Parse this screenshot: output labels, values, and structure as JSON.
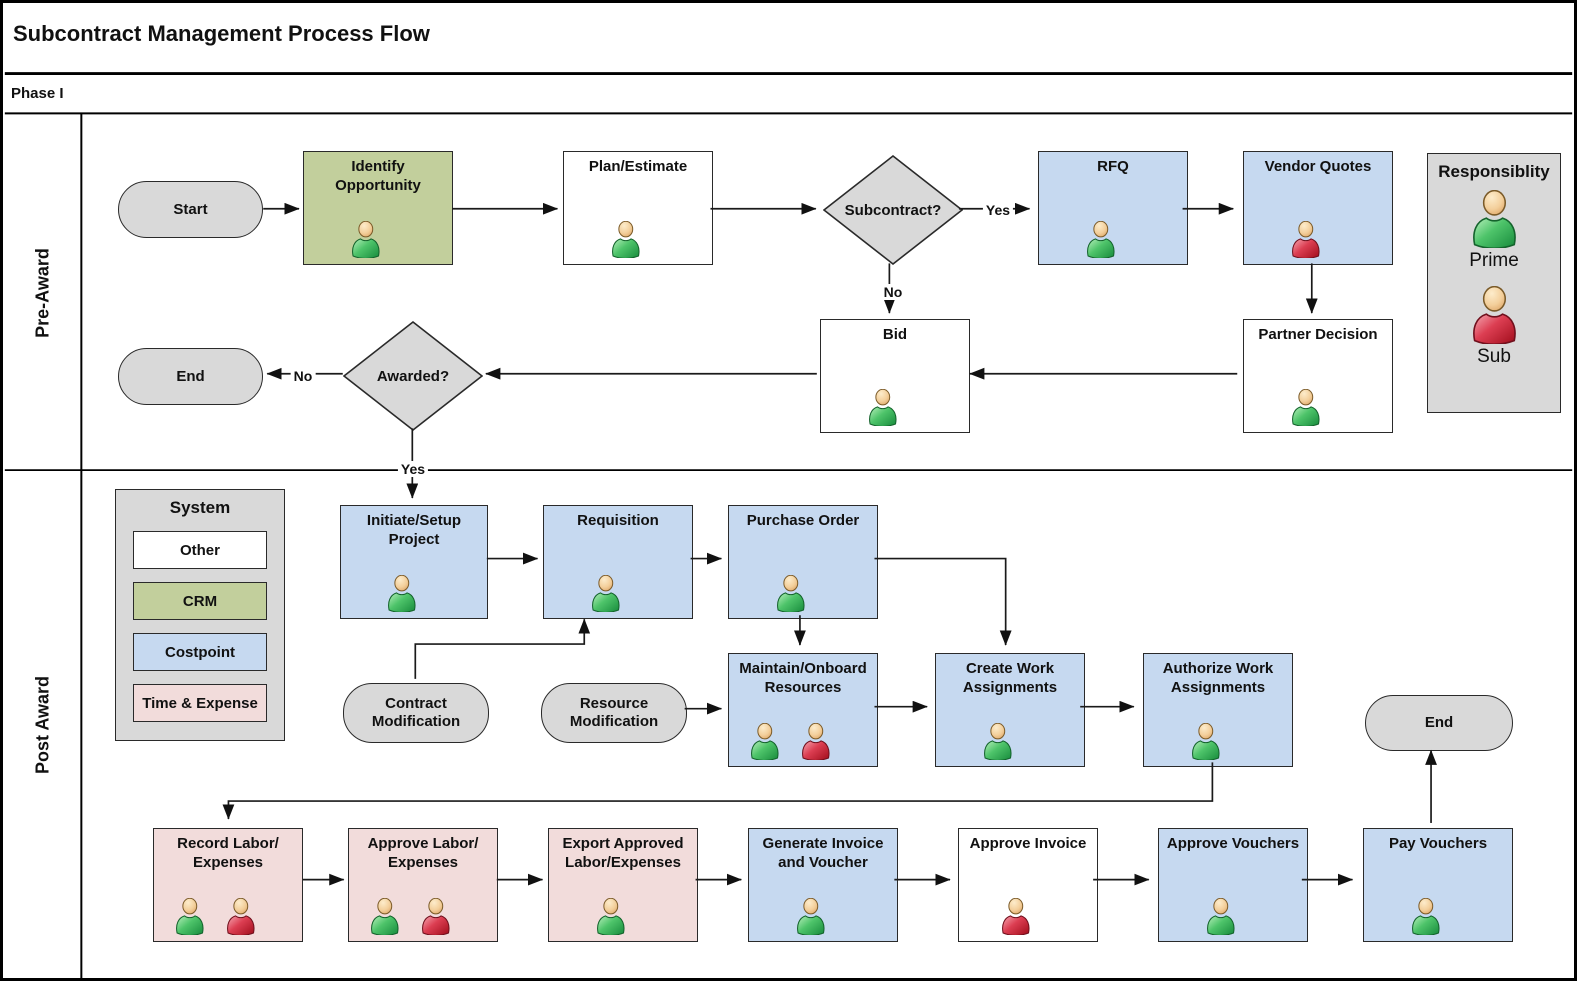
{
  "title": "Subcontract Management Process Flow",
  "phase": {
    "label": "Phase I"
  },
  "lanes": [
    {
      "label": "Pre-Award"
    },
    {
      "label": "Post Award"
    }
  ],
  "legends": {
    "responsibility": {
      "title": "Responsiblity",
      "items": [
        {
          "icon": "person-prime-icon",
          "label": "Prime"
        },
        {
          "icon": "person-sub-icon",
          "label": "Sub"
        }
      ]
    },
    "system": {
      "title": "System",
      "items": [
        {
          "label": "Other",
          "color": "#ffffff"
        },
        {
          "label": "CRM",
          "color": "#c2cf9c"
        },
        {
          "label": "Costpoint",
          "color": "#c6d9f0"
        },
        {
          "label": "Time & Expense",
          "color": "#f2dcdb"
        }
      ]
    }
  },
  "colors": {
    "other_white": "#ffffff",
    "crm_green": "#c2cf9c",
    "costpoint_blue": "#c6d9f0",
    "time_expense_pink": "#f2dcdb",
    "terminator_gray": "#d9d9d9",
    "prime_green": "#2fae52",
    "sub_red": "#cc2236"
  },
  "nodes": {
    "start": {
      "label": "Start",
      "type": "terminator"
    },
    "identify_opportunity": {
      "label": "Identify Opportunity",
      "system": "CRM",
      "persons": [
        "Prime"
      ]
    },
    "plan_estimate": {
      "label": "Plan/Estimate",
      "system": "Other",
      "persons": [
        "Prime"
      ]
    },
    "subcontract": {
      "label": "Subcontract?",
      "type": "decision"
    },
    "rfq": {
      "label": "RFQ",
      "system": "Costpoint",
      "persons": [
        "Prime"
      ]
    },
    "vendor_quotes": {
      "label": "Vendor Quotes",
      "system": "Costpoint",
      "persons": [
        "Sub"
      ]
    },
    "bid": {
      "label": "Bid",
      "system": "Other",
      "persons": [
        "Prime"
      ]
    },
    "partner_decision": {
      "label": "Partner Decision",
      "system": "Other",
      "persons": [
        "Prime"
      ]
    },
    "awarded": {
      "label": "Awarded?",
      "type": "decision"
    },
    "end_pre": {
      "label": "End",
      "type": "terminator"
    },
    "initiate_setup": {
      "label": "Initiate/Setup Project",
      "system": "Costpoint",
      "persons": [
        "Prime"
      ]
    },
    "requisition": {
      "label": "Requisition",
      "system": "Costpoint",
      "persons": [
        "Prime"
      ]
    },
    "purchase_order": {
      "label": "Purchase Order",
      "system": "Costpoint",
      "persons": [
        "Prime"
      ]
    },
    "contract_modification": {
      "label": "Contract Modification",
      "type": "terminator"
    },
    "resource_modification": {
      "label": "Resource Modification",
      "type": "terminator"
    },
    "maintain_onboard": {
      "label": "Maintain/Onboard Resources",
      "system": "Costpoint",
      "persons": [
        "Prime",
        "Sub"
      ]
    },
    "create_work": {
      "label": "Create Work Assignments",
      "system": "Costpoint",
      "persons": [
        "Prime"
      ]
    },
    "authorize_work": {
      "label": "Authorize Work Assignments",
      "system": "Costpoint",
      "persons": [
        "Prime"
      ]
    },
    "end_post": {
      "label": "End",
      "type": "terminator"
    },
    "record_labor": {
      "label": "Record Labor/ Expenses",
      "system": "Time & Expense",
      "persons": [
        "Prime",
        "Sub"
      ]
    },
    "approve_labor": {
      "label": "Approve Labor/ Expenses",
      "system": "Time & Expense",
      "persons": [
        "Prime",
        "Sub"
      ]
    },
    "export_approved": {
      "label": "Export Approved Labor/Expenses",
      "system": "Time & Expense",
      "persons": [
        "Prime"
      ]
    },
    "generate_invoice": {
      "label": "Generate Invoice and Voucher",
      "system": "Costpoint",
      "persons": [
        "Prime"
      ]
    },
    "approve_invoice": {
      "label": "Approve Invoice",
      "system": "Other",
      "persons": [
        "Sub"
      ]
    },
    "approve_vouchers": {
      "label": "Approve Vouchers",
      "system": "Costpoint",
      "persons": [
        "Prime"
      ]
    },
    "pay_vouchers": {
      "label": "Pay Vouchers",
      "system": "Costpoint",
      "persons": [
        "Prime"
      ]
    }
  },
  "edge_labels": {
    "subcontract_yes": "Yes",
    "subcontract_no": "No",
    "awarded_yes": "Yes",
    "awarded_no": "No"
  },
  "edges": [
    {
      "from": "start",
      "to": "identify_opportunity"
    },
    {
      "from": "identify_opportunity",
      "to": "plan_estimate"
    },
    {
      "from": "plan_estimate",
      "to": "subcontract"
    },
    {
      "from": "subcontract",
      "to": "rfq",
      "label": "Yes"
    },
    {
      "from": "subcontract",
      "to": "bid",
      "label": "No"
    },
    {
      "from": "rfq",
      "to": "vendor_quotes"
    },
    {
      "from": "vendor_quotes",
      "to": "partner_decision"
    },
    {
      "from": "partner_decision",
      "to": "bid"
    },
    {
      "from": "bid",
      "to": "awarded"
    },
    {
      "from": "awarded",
      "to": "end_pre",
      "label": "No"
    },
    {
      "from": "awarded",
      "to": "initiate_setup",
      "label": "Yes"
    },
    {
      "from": "initiate_setup",
      "to": "requisition"
    },
    {
      "from": "requisition",
      "to": "purchase_order"
    },
    {
      "from": "purchase_order",
      "to": "maintain_onboard"
    },
    {
      "from": "purchase_order",
      "to": "create_work"
    },
    {
      "from": "contract_modification",
      "to": "requisition"
    },
    {
      "from": "resource_modification",
      "to": "maintain_onboard"
    },
    {
      "from": "maintain_onboard",
      "to": "create_work"
    },
    {
      "from": "create_work",
      "to": "authorize_work"
    },
    {
      "from": "authorize_work",
      "to": "record_labor"
    },
    {
      "from": "record_labor",
      "to": "approve_labor"
    },
    {
      "from": "approve_labor",
      "to": "export_approved"
    },
    {
      "from": "export_approved",
      "to": "generate_invoice"
    },
    {
      "from": "generate_invoice",
      "to": "approve_invoice"
    },
    {
      "from": "approve_invoice",
      "to": "approve_vouchers"
    },
    {
      "from": "approve_vouchers",
      "to": "pay_vouchers"
    },
    {
      "from": "pay_vouchers",
      "to": "end_post"
    }
  ]
}
